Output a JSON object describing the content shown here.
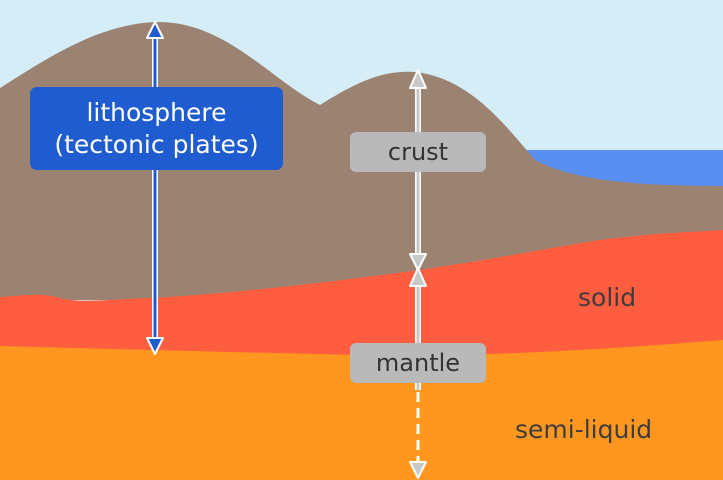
{
  "labels": {
    "lithosphere_line1": "lithosphere",
    "lithosphere_line2": "(tectonic plates)",
    "crust": "crust",
    "mantle": "mantle",
    "solid": "solid",
    "semi_liquid": "semi-liquid"
  },
  "colors": {
    "sky": "#d4edf6",
    "ocean": "#5a8ff2",
    "crust": "#9b8271",
    "solid_mantle": "#fe5d3f",
    "semi_liquid_mantle": "#fe9620",
    "lithosphere_arrow": "#1f5ccf",
    "crust_arrow": "#d2d2d2",
    "label_gray": "#b9b9b9"
  }
}
